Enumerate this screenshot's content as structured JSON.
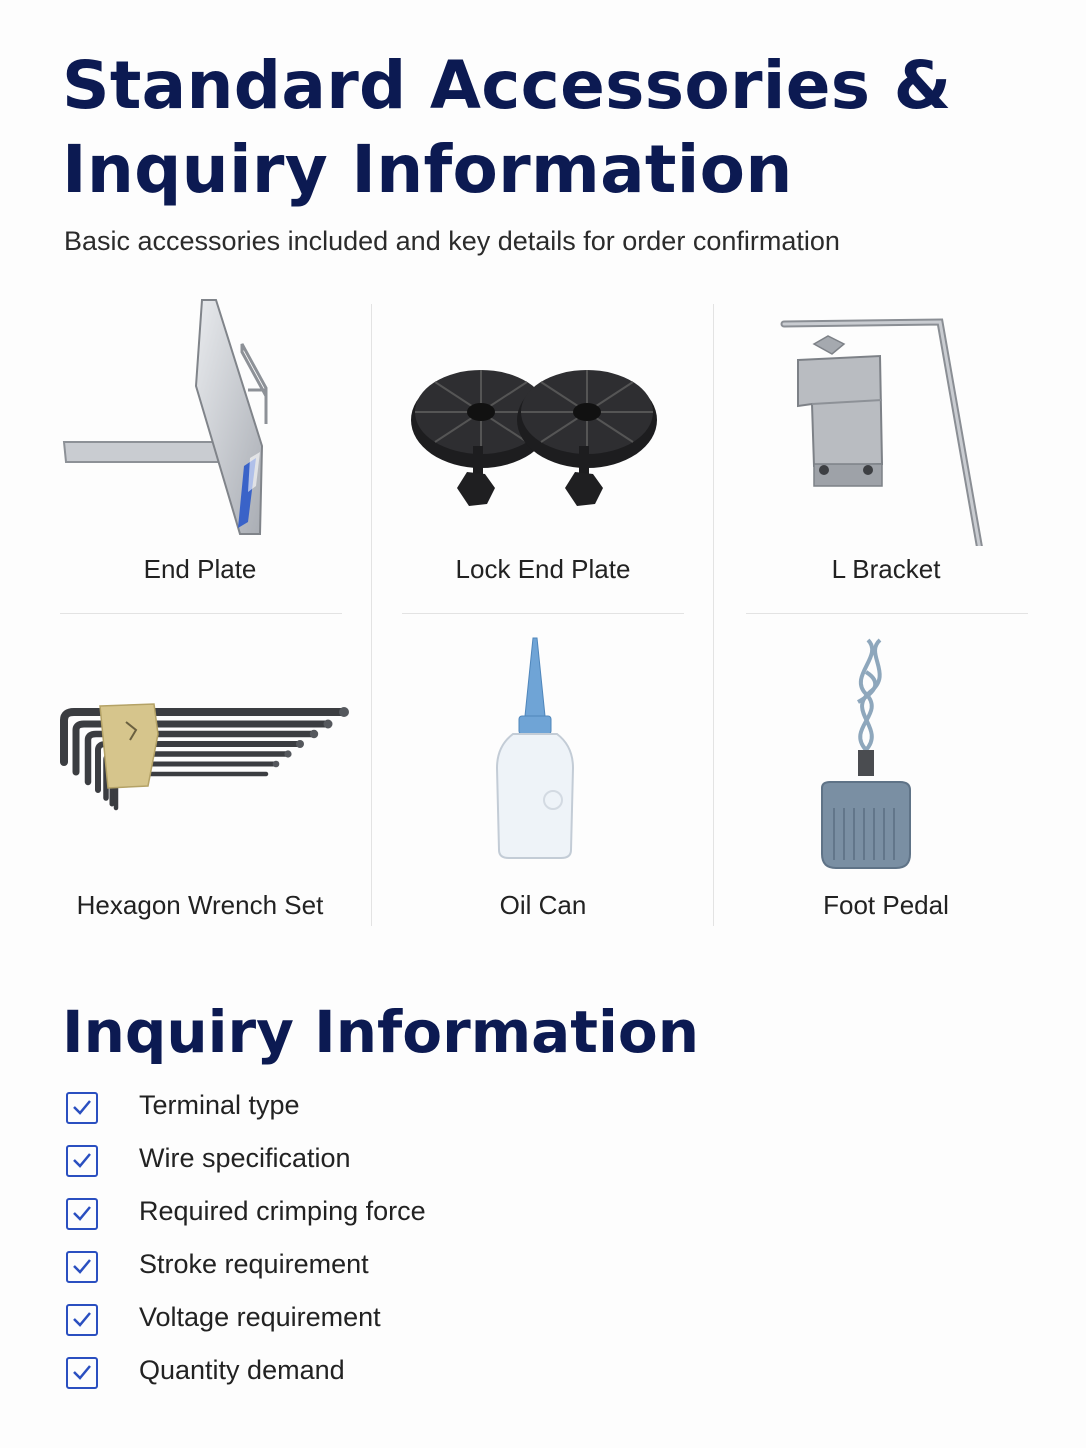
{
  "header": {
    "title": "Standard Accessories & Inquiry Information",
    "subtitle": "Basic accessories included and key details for order confirmation"
  },
  "accessories": [
    {
      "label": "End Plate",
      "icon": "end-plate-icon"
    },
    {
      "label": "Lock End Plate",
      "icon": "lock-end-plate-icon"
    },
    {
      "label": "L Bracket",
      "icon": "l-bracket-icon"
    },
    {
      "label": "Hexagon Wrench Set",
      "icon": "hex-wrench-set-icon"
    },
    {
      "label": "Oil Can",
      "icon": "oil-can-icon"
    },
    {
      "label": "Foot Pedal",
      "icon": "foot-pedal-icon"
    }
  ],
  "inquiry": {
    "title": "Inquiry Information",
    "items": [
      "Terminal type",
      "Wire specification",
      "Required crimping force",
      "Stroke requirement",
      "Voltage requirement",
      "Quantity demand"
    ]
  },
  "colors": {
    "heading": "#0c1a52",
    "checkbox": "#2a4fc0",
    "divider": "#e3e3e3"
  }
}
